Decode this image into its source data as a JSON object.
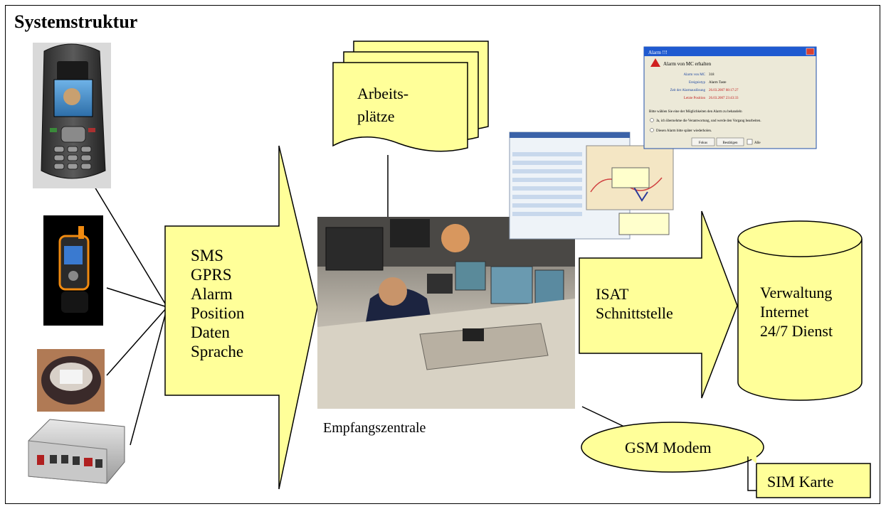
{
  "title": "Systemstruktur",
  "arrow_left_lines": [
    "SMS",
    "GPRS",
    "Alarm",
    "Position",
    "Daten",
    "Sprache"
  ],
  "workplaces_lines": [
    "Arbeits-",
    "plätze"
  ],
  "center_caption": "Empfangszentrale",
  "isat_lines": [
    "ISAT",
    "Schnittstelle"
  ],
  "db_lines": [
    "Verwaltung",
    "Internet",
    "24/7 Dienst"
  ],
  "gsm_label": "GSM Modem",
  "sim_label": "SIM Karte",
  "alarm_dialog": {
    "window_title": "Alarm !!!",
    "heading": "Alarm von MC erhalten",
    "rows": [
      {
        "k": "Alarm von MC",
        "v": "318"
      },
      {
        "k": "Ereignistyp",
        "v": "Alarm Taste"
      },
      {
        "k": "Zeit der Alarmauslösung",
        "v": "26.03.2007 08:17:27"
      },
      {
        "k": "Letzte Position",
        "v": "26.03.2007 23:43:33"
      }
    ],
    "question": "Bitte wählen Sie eine der Möglichkeiten den Alarm zu behandeln",
    "option1": "Ja, ich übernehme die Verantwortung, und werde den Vorgang bearbeiten.",
    "option2": "Diesen Alarm bitte später wiederholen.",
    "btn_focus": "Fokus",
    "btn_confirm": "Bestätigen",
    "chk_all": "Alle"
  },
  "colors": {
    "fill": "#ffff99",
    "stroke": "#000000",
    "accent_red": "#cc2222"
  }
}
